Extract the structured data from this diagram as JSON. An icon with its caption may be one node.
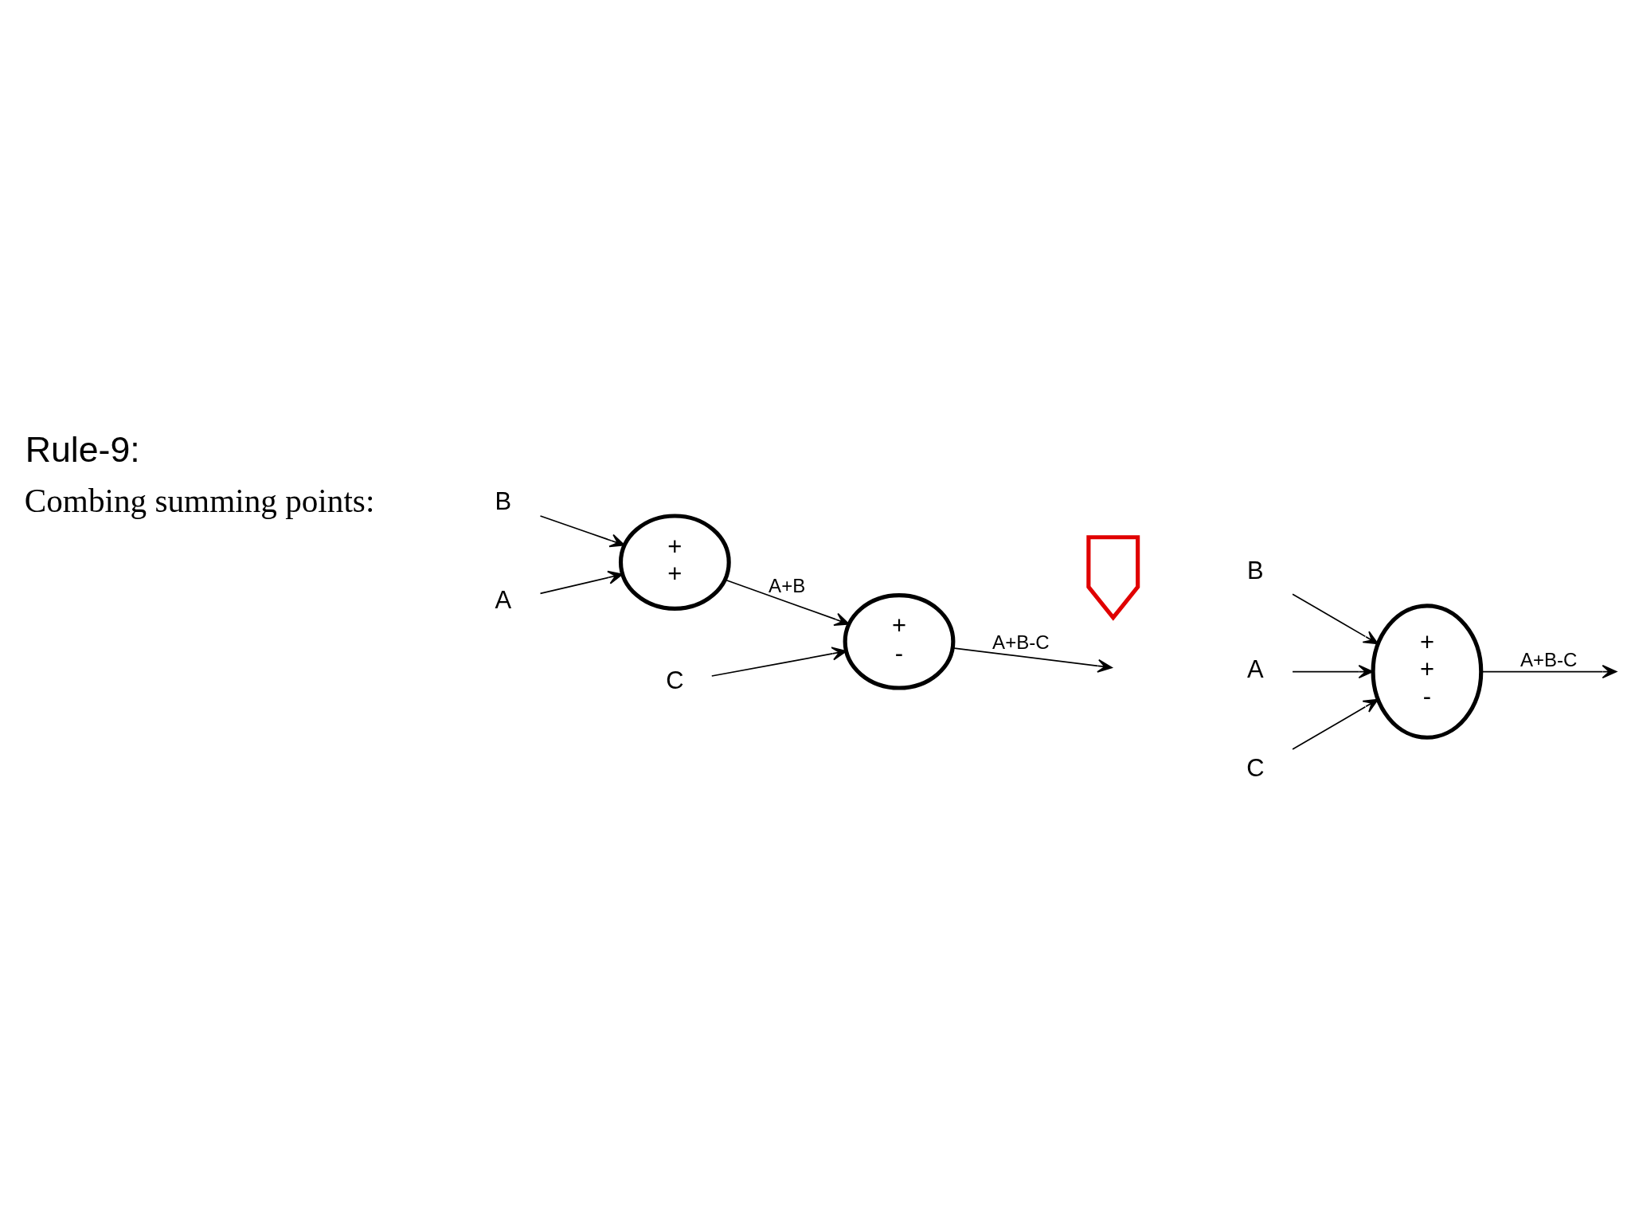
{
  "diagram": {
    "title": "Rule-9:",
    "nodes": [
      {
        "text": [
          "B"
        ]
      },
      {
        "text": [
          "A"
        ]
      },
      {
        "text": [
          "+",
          "+"
        ]
      },
      {
        "text": [
          "+",
          "-"
        ]
      },
      {
        "text": [
          "C"
        ]
      },
      {
        "text": [],
        "shape": "arrow"
      },
      {
        "text": [
          "B"
        ]
      },
      {
        "text": [
          "A"
        ]
      },
      {
        "text": [
          "C"
        ]
      },
      {
        "text": [
          "+",
          "+",
          "-"
        ]
      }
    ],
    "edges": [
      {
        "from": 0,
        "to": 2,
        "arrow": "to"
      },
      {
        "from": 1,
        "to": 2,
        "arrow": "to"
      },
      {
        "from": 2,
        "to": 3,
        "label": "A+B",
        "arrow": "to"
      },
      {
        "from": 4,
        "to": 3,
        "arrow": "to"
      },
      {
        "from": 3,
        "to": null,
        "label": "A+B-C",
        "arrow": "to"
      },
      {
        "from": 6,
        "to": 9,
        "arrow": "to"
      },
      {
        "from": 7,
        "to": 9,
        "arrow": "to"
      },
      {
        "from": 8,
        "to": 9,
        "arrow": "to"
      },
      {
        "from": 9,
        "to": null,
        "label": "A+B-C",
        "arrow": "to"
      }
    ],
    "labels": [
      "Combing summing points:"
    ]
  }
}
